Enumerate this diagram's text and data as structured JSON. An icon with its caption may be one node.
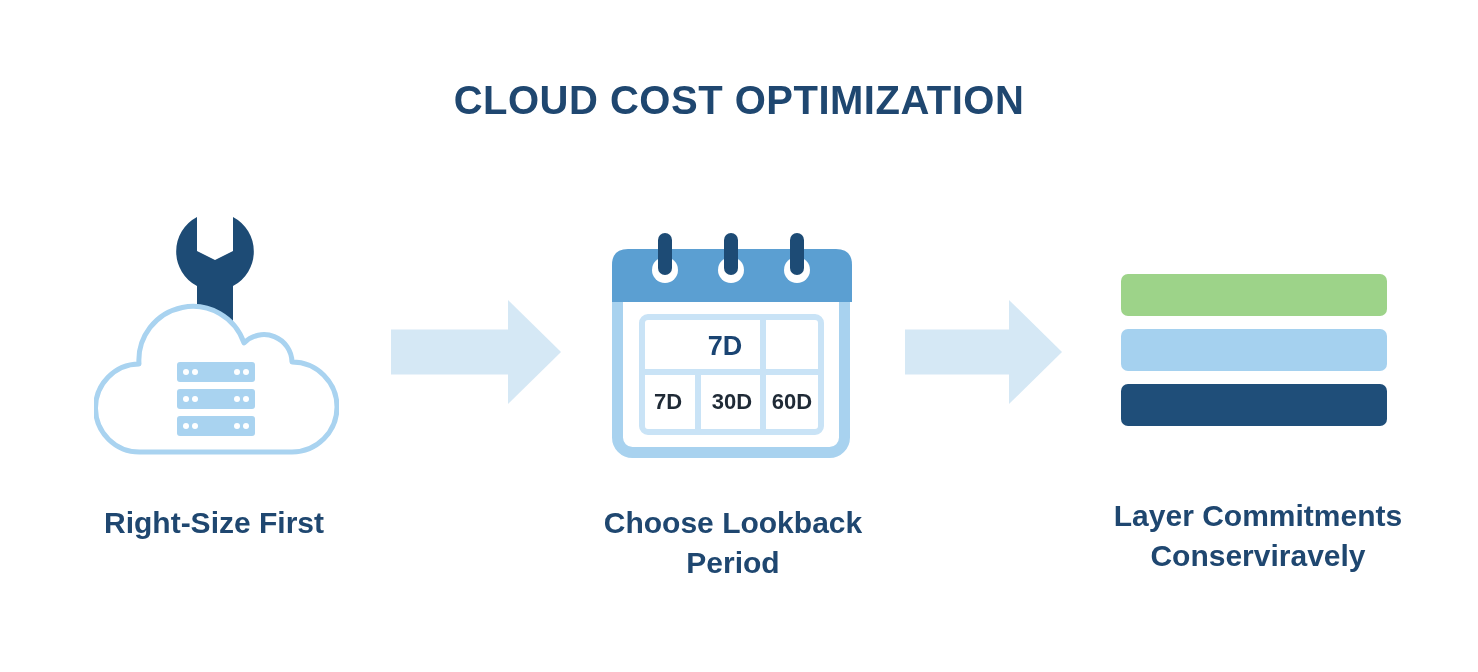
{
  "diagram": {
    "title": "CLOUD COST OPTIMIZATION",
    "nodes": [
      {
        "text": [],
        "shape": "picture",
        "beside": [
          "Right-Size First"
        ]
      },
      {
        "text": [
          "7D",
          "7D",
          "30D",
          "60D"
        ],
        "beside": [
          "Choose Lookback Period"
        ]
      },
      {
        "text": [],
        "shape": "picture",
        "beside": [
          "Layer Commitments Conserviravely"
        ]
      }
    ],
    "edges": [
      {
        "from": 0,
        "to": 1,
        "arrow": "to"
      },
      {
        "from": 1,
        "to": 2,
        "arrow": "to"
      }
    ]
  }
}
